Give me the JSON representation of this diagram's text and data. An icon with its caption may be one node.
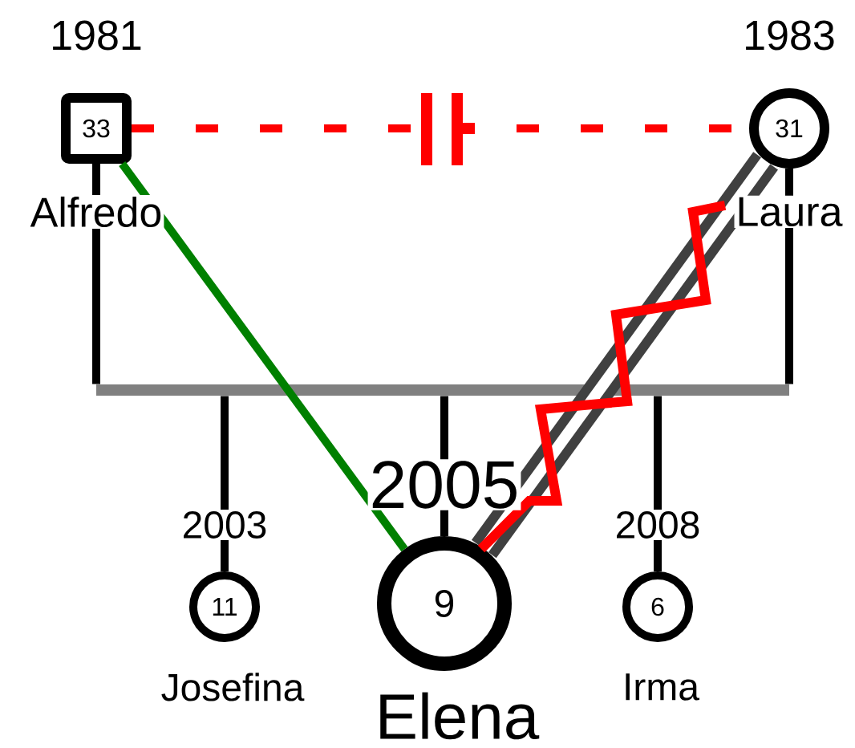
{
  "diagram": {
    "nodes": [
      {
        "text": [
          "33"
        ],
        "beside": [
          "1981",
          "Alfredo"
        ]
      },
      {
        "text": [
          "31"
        ],
        "beside": [
          "1983",
          "Laura"
        ]
      },
      {
        "text": [],
        "shape": "bar"
      },
      {
        "text": [
          "11"
        ],
        "beside": [
          "2003",
          "Josefina"
        ]
      },
      {
        "text": [
          "9"
        ],
        "beside": [
          "2005",
          "Elena"
        ]
      },
      {
        "text": [
          "6"
        ],
        "beside": [
          "2008",
          "Irma"
        ]
      }
    ],
    "edges": [
      {
        "from": 0,
        "to": 1,
        "arrow": "none",
        "style": "dashed",
        "color": "#ff0000"
      },
      {
        "from": 0,
        "to": 2,
        "arrow": "none"
      },
      {
        "from": 1,
        "to": 2,
        "arrow": "none"
      },
      {
        "from": 2,
        "to": 3,
        "arrow": "none"
      },
      {
        "from": 2,
        "to": 4,
        "arrow": "none"
      },
      {
        "from": 2,
        "to": 5,
        "arrow": "none"
      },
      {
        "from": 0,
        "to": 4,
        "arrow": "none",
        "color": "#008000"
      },
      {
        "from": 1,
        "to": 4,
        "arrow": "none",
        "style": "thick",
        "color": "#404040"
      }
    ]
  }
}
